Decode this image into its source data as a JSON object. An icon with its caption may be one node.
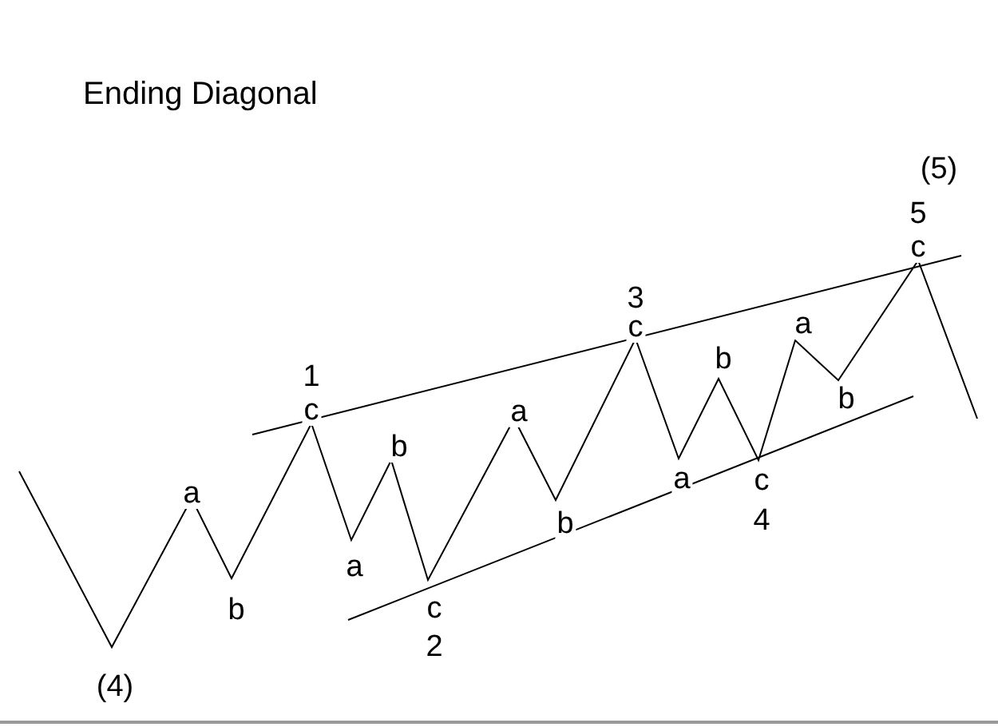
{
  "diagram": {
    "title": "Ending Diagonal",
    "labels": [
      "(5)",
      "5",
      "c",
      "3",
      "a",
      "c",
      "b",
      "1",
      "b",
      "c",
      "a",
      "b",
      "a",
      "c",
      "a",
      "4",
      "b",
      "a",
      "c",
      "b",
      "2",
      "(4)"
    ]
  }
}
